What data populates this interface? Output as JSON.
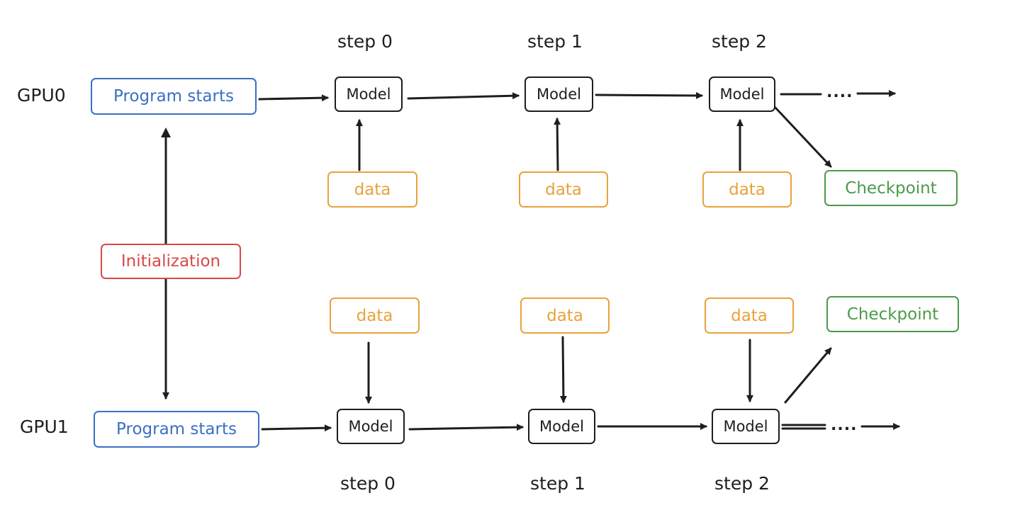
{
  "rows": {
    "gpu0": {
      "label": "GPU0",
      "program": "Program starts",
      "models": [
        "Model",
        "Model",
        "Model"
      ],
      "data": [
        "data",
        "data",
        "data"
      ],
      "checkpoint": "Checkpoint",
      "steps": [
        "step 0",
        "step 1",
        "step 2"
      ],
      "ellipsis": "...."
    },
    "gpu1": {
      "label": "GPU1",
      "program": "Program starts",
      "models": [
        "Model",
        "Model",
        "Model"
      ],
      "data": [
        "data",
        "data",
        "data"
      ],
      "checkpoint": "Checkpoint",
      "steps": [
        "step 0",
        "step 1",
        "step 2"
      ],
      "ellipsis": "...."
    }
  },
  "init_label": "Initialization",
  "colors": {
    "program": "#3b6fc4",
    "data": "#e8a23c",
    "checkpoint": "#4c9a4a",
    "init": "#d94848",
    "model": "#1e1e1e",
    "arrow": "#1e1e1e"
  }
}
